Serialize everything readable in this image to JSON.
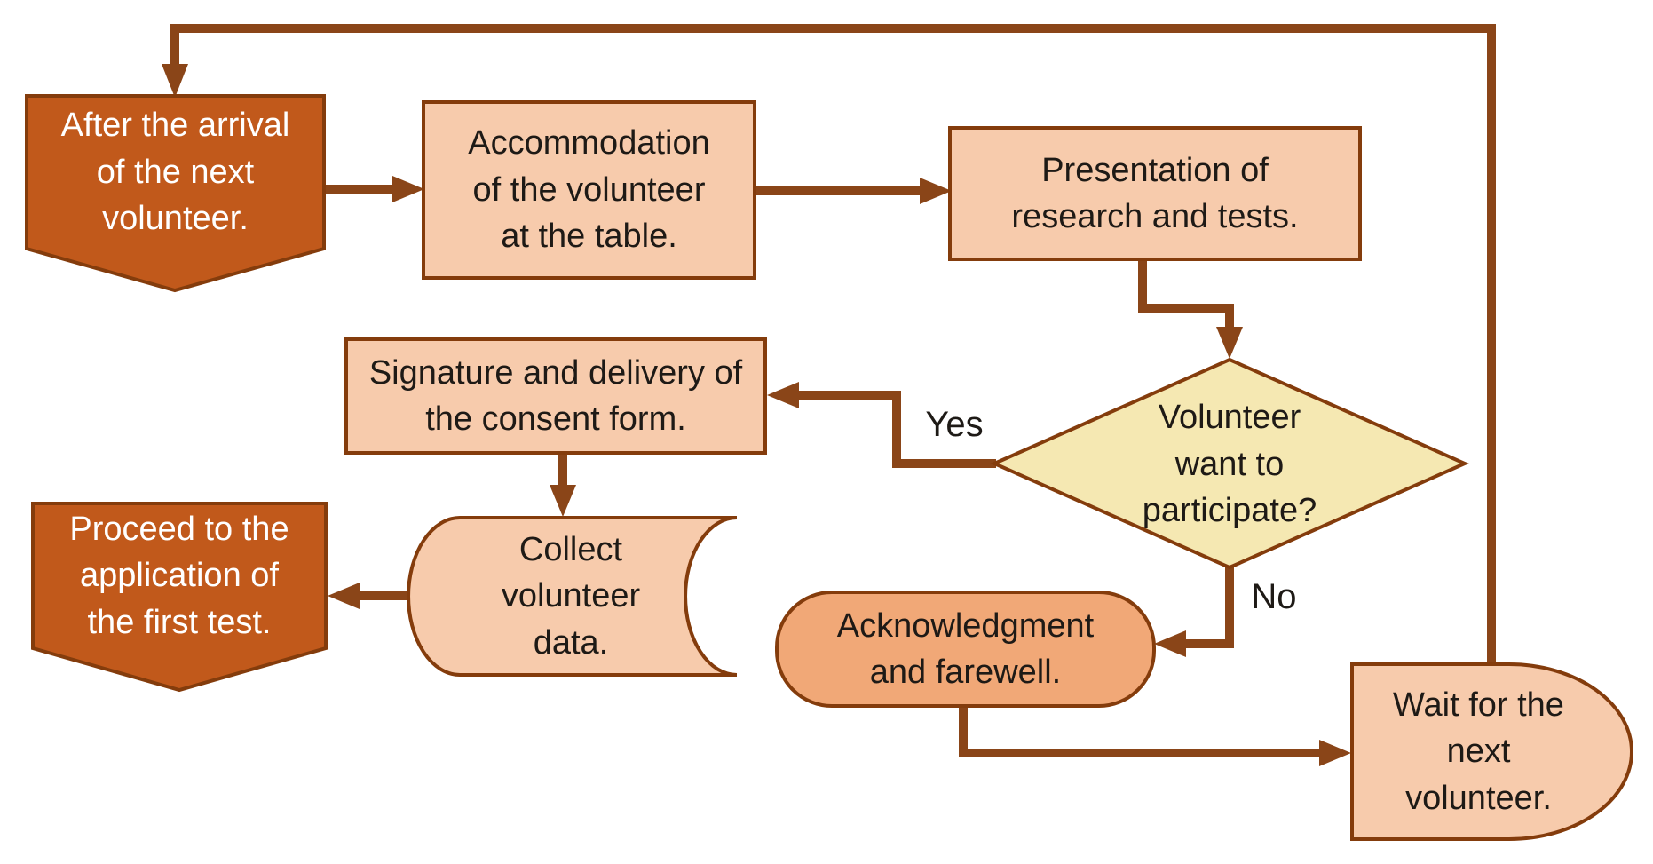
{
  "colors": {
    "line": "#8A4518",
    "border": "#843C0C",
    "dark": "#C1591B",
    "peach": "#F7CBAC",
    "salmon": "#F1A877",
    "yellow": "#F5E8B2",
    "text-dark": "#1E1A16",
    "text-light": "#FFFFFF",
    "background": "#FFFFFF"
  },
  "nodes": [
    {
      "id": "start",
      "type": "banner",
      "label": "After the arrival\nof the next\nvolunteer."
    },
    {
      "id": "accommodation",
      "type": "process",
      "label": "Accommodation\nof the volunteer\nat the table."
    },
    {
      "id": "presentation",
      "type": "process",
      "label": "Presentation of\nresearch and tests."
    },
    {
      "id": "decision",
      "type": "decision",
      "label": "Volunteer\nwant to\nparticipate?"
    },
    {
      "id": "signature",
      "type": "process",
      "label": "Signature and delivery of\nthe consent form."
    },
    {
      "id": "collect",
      "type": "stored-data",
      "label": "Collect\nvolunteer\ndata."
    },
    {
      "id": "proceed",
      "type": "banner",
      "label": "Proceed to the\napplication of\nthe first test."
    },
    {
      "id": "acknowledgment",
      "type": "terminator",
      "label": "Acknowledgment\nand farewell."
    },
    {
      "id": "wait",
      "type": "delay",
      "label": "Wait for the\nnext\nvolunteer."
    }
  ],
  "edge_labels": {
    "yes": "Yes",
    "no": "No"
  }
}
